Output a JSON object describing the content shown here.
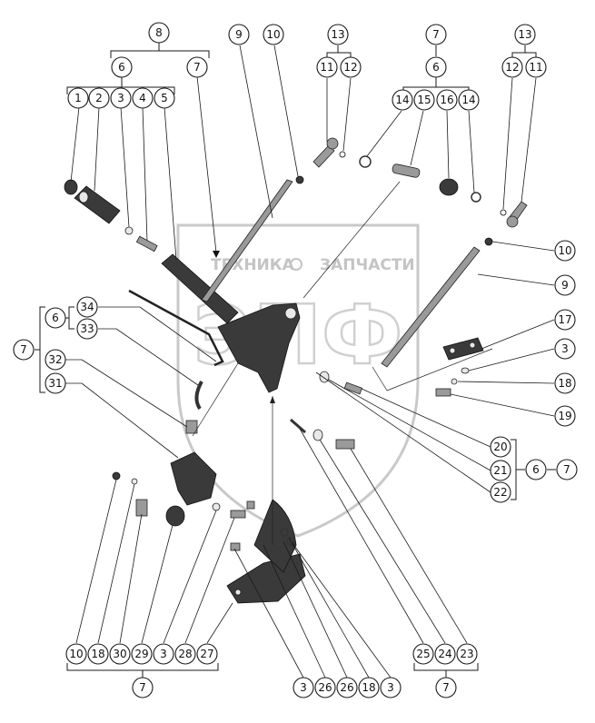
{
  "diagram": {
    "watermark": {
      "brand_left": "ТЕХНИКА",
      "brand_right": "ЗАПЧАСТИ",
      "logo_letters": "ЭПФ"
    },
    "callouts": {
      "c8": "8",
      "c6a": "6",
      "c7a": "7",
      "c1": "1",
      "c2": "2",
      "c3a": "3",
      "c4": "4",
      "c5": "5",
      "c9a": "9",
      "c10a": "10",
      "c13a": "13",
      "c11a": "11",
      "c12a": "12",
      "c7b": "7",
      "c6b": "6",
      "c14a": "14",
      "c15": "15",
      "c16": "16",
      "c14b": "14",
      "c13b": "13",
      "c12b": "12",
      "c11b": "11",
      "c10b": "10",
      "c9b": "9",
      "c17": "17",
      "c3b": "3",
      "c18a": "18",
      "c19": "19",
      "c20": "20",
      "c21": "21",
      "c22": "22",
      "c6c": "6",
      "c7c": "7",
      "c6d": "6",
      "c34": "34",
      "c33": "33",
      "c7d": "7",
      "c32": "32",
      "c31": "31",
      "b10": "10",
      "b18": "18",
      "b30": "30",
      "b29": "29",
      "b3a": "3",
      "b28": "28",
      "b27": "27",
      "b7a": "7",
      "b3b": "3",
      "b26a": "26",
      "b26b": "26",
      "b18b": "18",
      "b3c": "3",
      "b25": "25",
      "b24": "24",
      "b23": "23",
      "b7b": "7"
    }
  }
}
